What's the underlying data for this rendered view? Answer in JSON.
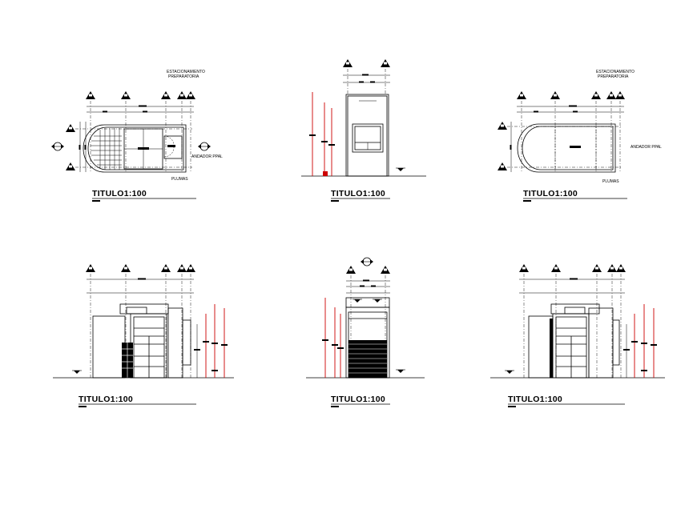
{
  "sheet": {
    "views": [
      {
        "id": "plan-1",
        "title": "TITULO1:100",
        "notes": [
          "ESTACIONAMIENTO",
          "PREPARATORIA"
        ],
        "side_label": "ANDADOR PPAL",
        "bottom_label": "PLUMAS"
      },
      {
        "id": "front-elev",
        "title": "TITULO1:100"
      },
      {
        "id": "plan-2",
        "title": "TITULO1:100",
        "notes": [
          "ESTACIONAMIENTO",
          "PREPARATORIA"
        ],
        "side_label": "ANDADOR PPAL",
        "bottom_label": "PLUMAS"
      },
      {
        "id": "side-elev-1",
        "title": "TITULO1:100"
      },
      {
        "id": "rear-elev",
        "title": "TITULO1:100"
      },
      {
        "id": "side-elev-2",
        "title": "TITULO1:100"
      }
    ],
    "axis_letter": "A",
    "colors": {
      "ink": "#000000",
      "accent": "#cc0000",
      "paper": "#ffffff"
    }
  }
}
